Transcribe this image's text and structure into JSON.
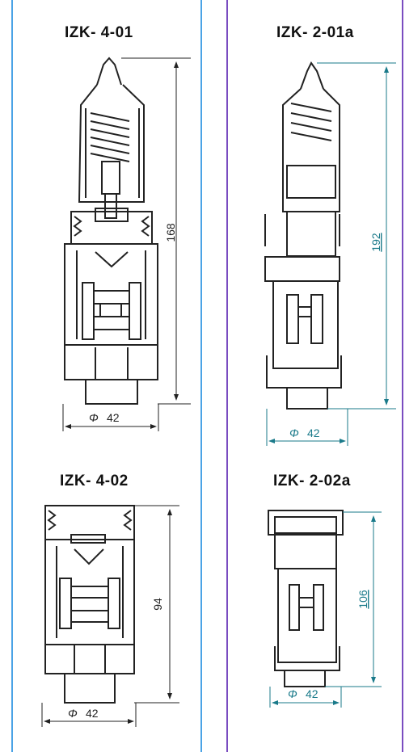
{
  "colors": {
    "left_border": "#4aa3e6",
    "right_border": "#7a4cc0",
    "dim_teal": "#1a7a8a",
    "ink": "#222222"
  },
  "left": {
    "top": {
      "title": "IZK- 4-01",
      "height_dim": "168",
      "dia_dim": "42",
      "dia_symbol": "Φ"
    },
    "bottom": {
      "title": "IZK- 4-02",
      "height_dim": "94",
      "dia_dim": "42",
      "dia_symbol": "Φ"
    }
  },
  "right": {
    "top": {
      "title": "IZK- 2-01a",
      "height_dim": "192",
      "dia_dim": "42",
      "dia_symbol": "Φ"
    },
    "bottom": {
      "title": "IZK- 2-02a",
      "height_dim": "106",
      "dia_dim": "42",
      "dia_symbol": "Φ"
    }
  }
}
